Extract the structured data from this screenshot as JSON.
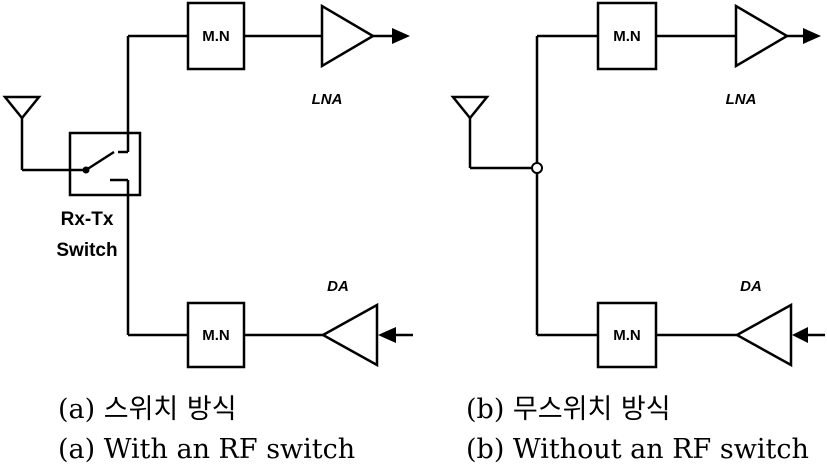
{
  "panel_a": {
    "switch_label_1": "Rx-Tx",
    "switch_label_2": "Switch",
    "mn_top": "M.N",
    "mn_bottom": "M.N",
    "lna_label": "LNA",
    "da_label": "DA",
    "caption_ko": "(a) 스위치 방식",
    "caption_en": "(a) With an RF switch"
  },
  "panel_b": {
    "mn_top": "M.N",
    "mn_bottom": "M.N",
    "lna_label": "LNA",
    "da_label": "DA",
    "caption_ko": "(b) 무스위치 방식",
    "caption_en": "(b) Without an RF switch"
  }
}
